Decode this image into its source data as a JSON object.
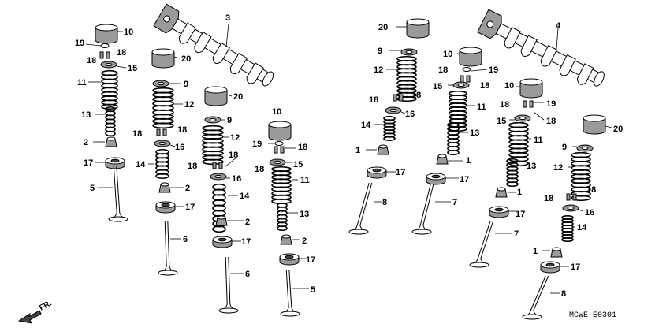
{
  "diagram_code": "MCWE–E0301",
  "front_label": "FR.",
  "labels": [
    {
      "id": "c1-10",
      "text": "10"
    },
    {
      "id": "c1-19",
      "text": "19"
    },
    {
      "id": "c1-18a",
      "text": "18"
    },
    {
      "id": "c1-18b",
      "text": "18"
    },
    {
      "id": "c1-15",
      "text": "15"
    },
    {
      "id": "c1-11",
      "text": "11"
    },
    {
      "id": "c1-13",
      "text": "13"
    },
    {
      "id": "c1-2",
      "text": "2"
    },
    {
      "id": "c1-17",
      "text": "17"
    },
    {
      "id": "c1-5",
      "text": "5"
    },
    {
      "id": "cam3",
      "text": "3"
    },
    {
      "id": "c2-20",
      "text": "20"
    },
    {
      "id": "c2-9",
      "text": "9"
    },
    {
      "id": "c2-12",
      "text": "12"
    },
    {
      "id": "c2-18a",
      "text": "18"
    },
    {
      "id": "c2-18b",
      "text": "18"
    },
    {
      "id": "c2-16",
      "text": "16"
    },
    {
      "id": "c2-14",
      "text": "14"
    },
    {
      "id": "c2-2",
      "text": "2"
    },
    {
      "id": "c2-17",
      "text": "17"
    },
    {
      "id": "c2-6",
      "text": "6"
    },
    {
      "id": "c3-20",
      "text": "20"
    },
    {
      "id": "c3-9",
      "text": "9"
    },
    {
      "id": "c3-12",
      "text": "12"
    },
    {
      "id": "c3-18a",
      "text": "18"
    },
    {
      "id": "c3-18b",
      "text": "18"
    },
    {
      "id": "c3-16",
      "text": "16"
    },
    {
      "id": "c3-14",
      "text": "14"
    },
    {
      "id": "c3-2",
      "text": "2"
    },
    {
      "id": "c3-17",
      "text": "17"
    },
    {
      "id": "c3-6",
      "text": "6"
    },
    {
      "id": "c4-10",
      "text": "10"
    },
    {
      "id": "c4-19",
      "text": "19"
    },
    {
      "id": "c4-18a",
      "text": "18"
    },
    {
      "id": "c4-18b",
      "text": "18"
    },
    {
      "id": "c4-15",
      "text": "15"
    },
    {
      "id": "c4-11",
      "text": "11"
    },
    {
      "id": "c4-13",
      "text": "13"
    },
    {
      "id": "c4-2",
      "text": "2"
    },
    {
      "id": "c4-17",
      "text": "17"
    },
    {
      "id": "c4-5",
      "text": "5"
    },
    {
      "id": "c5-20",
      "text": "20"
    },
    {
      "id": "c5-9",
      "text": "9"
    },
    {
      "id": "c5-12",
      "text": "12"
    },
    {
      "id": "c5-18a",
      "text": "18"
    },
    {
      "id": "c5-18b",
      "text": "18"
    },
    {
      "id": "c5-16",
      "text": "16"
    },
    {
      "id": "c5-14",
      "text": "14"
    },
    {
      "id": "c5-1",
      "text": "1"
    },
    {
      "id": "c5-17",
      "text": "17"
    },
    {
      "id": "c5-8",
      "text": "8"
    },
    {
      "id": "cam4",
      "text": "4"
    },
    {
      "id": "c6-10",
      "text": "10"
    },
    {
      "id": "c6-19",
      "text": "19"
    },
    {
      "id": "c6-18a",
      "text": "18"
    },
    {
      "id": "c6-18b",
      "text": "18"
    },
    {
      "id": "c6-15",
      "text": "15"
    },
    {
      "id": "c6-11",
      "text": "11"
    },
    {
      "id": "c6-13",
      "text": "13"
    },
    {
      "id": "c6-1",
      "text": "1"
    },
    {
      "id": "c6-17",
      "text": "17"
    },
    {
      "id": "c6-7",
      "text": "7"
    },
    {
      "id": "c7-10",
      "text": "10"
    },
    {
      "id": "c7-18a",
      "text": "18"
    },
    {
      "id": "c7-19",
      "text": "19"
    },
    {
      "id": "c7-15",
      "text": "15"
    },
    {
      "id": "c7-18b",
      "text": "18"
    },
    {
      "id": "c7-11",
      "text": "11"
    },
    {
      "id": "c7-13",
      "text": "13"
    },
    {
      "id": "c7-1",
      "text": "1"
    },
    {
      "id": "c7-17",
      "text": "17"
    },
    {
      "id": "c7-7",
      "text": "7"
    },
    {
      "id": "c8-20",
      "text": "20"
    },
    {
      "id": "c8-9",
      "text": "9"
    },
    {
      "id": "c8-12",
      "text": "12"
    },
    {
      "id": "c8-18a",
      "text": "18"
    },
    {
      "id": "c8-18b",
      "text": "18"
    },
    {
      "id": "c8-16",
      "text": "16"
    },
    {
      "id": "c8-14",
      "text": "14"
    },
    {
      "id": "c8-1",
      "text": "1"
    },
    {
      "id": "c8-17",
      "text": "17"
    },
    {
      "id": "c8-8",
      "text": "8"
    }
  ]
}
